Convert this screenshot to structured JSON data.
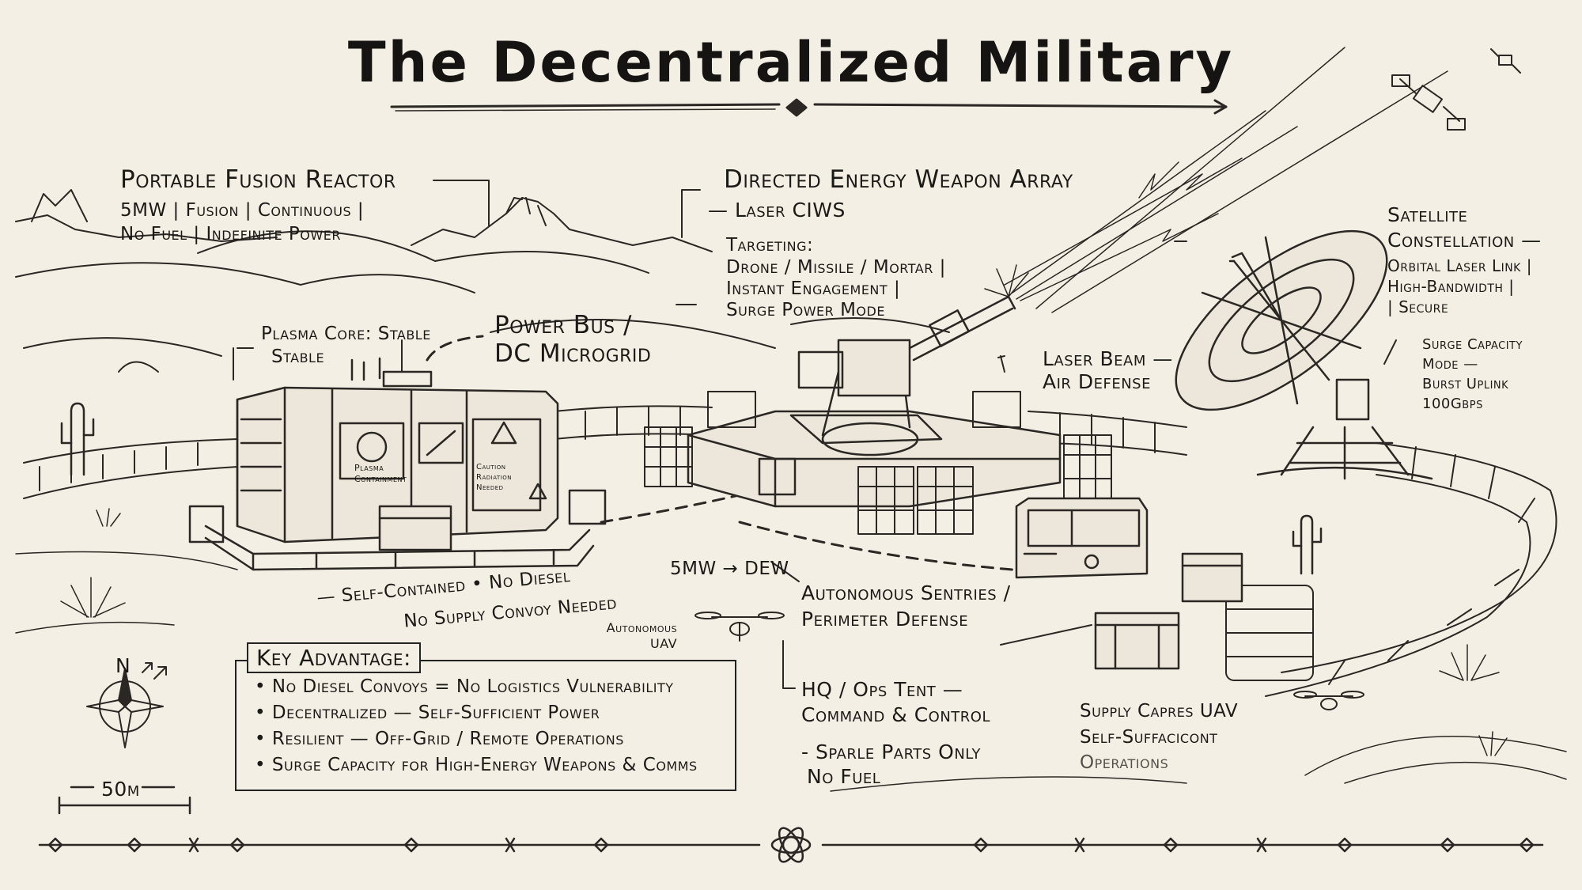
{
  "title": "The Decentralized Military",
  "reactor": {
    "heading": "Portable Fusion Reactor",
    "line1": "5MW | Fusion | Continuous |",
    "line2": "No Fuel | Indefinite Power",
    "plasma1": "Plasma Core: Stable",
    "plasma2": "Stable",
    "panel_left_1": "Plasma",
    "panel_left_2": "Containment",
    "panel_right_1": "Caution",
    "panel_right_2": "Radiation",
    "panel_right_3": "Needed",
    "self1": "— Self-Contained • No Diesel",
    "self2": "No Supply Convoy Needed"
  },
  "power_bus": {
    "line1": "Power Bus /",
    "line2": "DC Microgrid"
  },
  "link_5mw": "5MW → DEW",
  "dew": {
    "heading": "Directed Energy Weapon Array",
    "sub": "— Laser CIWS",
    "t1": "Targeting:",
    "t2": "Drone / Missile / Mortar |",
    "t3": "Instant Engagement |",
    "t4": "Surge Power Mode"
  },
  "laser_beam": {
    "line1": "Laser Beam —",
    "line2": "Air Defense"
  },
  "satellite": {
    "line1": "Satellite",
    "line2": "Constellation —",
    "line3": "Orbital Laser Link |",
    "line4": "High-Bandwidth |",
    "line5": "| Secure",
    "surge1": "Surge Capacity",
    "surge2": "Mode —",
    "surge3": "Burst Uplink",
    "surge4": "100Gbps"
  },
  "sentries": {
    "line1": "Autonomous Sentries /",
    "line2": "Perimeter Defense"
  },
  "uav_label": {
    "line1": "Autonomous",
    "line2": "UAV"
  },
  "hq": {
    "line1": "HQ / Ops Tent —",
    "line2": "Command & Control",
    "line3": "- Sparle Parts Only",
    "line4": "No Fuel"
  },
  "supply": {
    "line1": "Supply Capres UAV",
    "line2": "Self-Suffacicont",
    "line3": "Operations"
  },
  "advantage": {
    "title": "Key Advantage:",
    "items": [
      "No Diesel Convoys = No Logistics Vulnerability",
      "Decentralized — Self-Sufficient Power",
      "Resilient — Off-Grid / Remote Operations",
      "Surge Capacity for High-Energy Weapons & Comms"
    ]
  },
  "compass": "N",
  "scale": "50m",
  "colors": {
    "paper": "#f3efe4",
    "ink": "#1c1a17"
  }
}
